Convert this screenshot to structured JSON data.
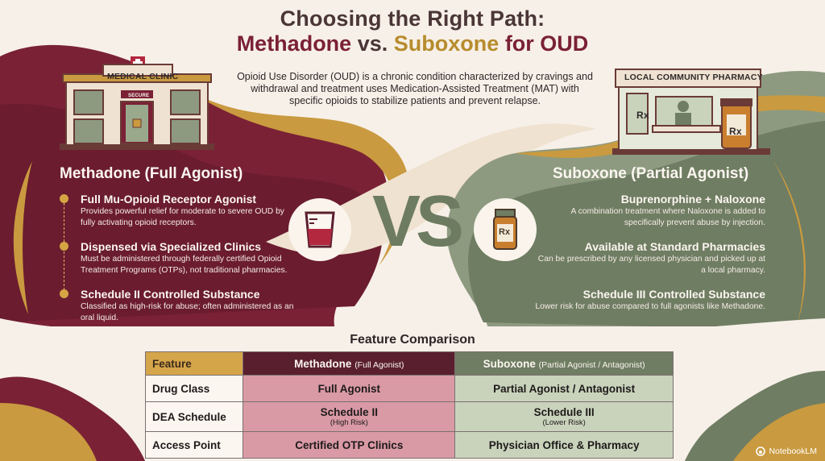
{
  "title": {
    "line1": "Choosing the Right Path:",
    "methadone": "Methadone",
    "vs": "vs.",
    "suboxone": "Suboxone",
    "for_oud": "for OUD"
  },
  "intro": "Opioid Use Disorder (OUD) is a chronic condition characterized by cravings and withdrawal and treatment uses Medication-Assisted Treatment (MAT) with specific opioids to stabilize patients and prevent relapse.",
  "left_building": {
    "sign": "MEDICAL CLINIC",
    "door_sign": "SECURE"
  },
  "right_building": {
    "sign": "LOCAL COMMUNITY PHARMACY",
    "rx": "Rx"
  },
  "center_vs": "VS",
  "methadone": {
    "title": "Methadone (Full Agonist)",
    "items": [
      {
        "heading": "Full Mu-Opioid Receptor Agonist",
        "text": "Provides powerful relief for moderate to severe OUD by fully activating opioid receptors."
      },
      {
        "heading": "Dispensed via Specialized Clinics",
        "text": "Must be administered through federally certified Opioid Treatment Programs (OTPs), not traditional pharmacies."
      },
      {
        "heading": "Schedule II Controlled Substance",
        "text": "Classified as high-risk for abuse; often administered as an oral liquid."
      }
    ]
  },
  "suboxone": {
    "title": "Suboxone (Partial Agonist)",
    "icon_label": "Rx",
    "items": [
      {
        "heading": "Buprenorphine + Naloxone",
        "text": "A combination treatment where Naloxone is added to specifically prevent abuse by injection."
      },
      {
        "heading": "Available at Standard Pharmacies",
        "text": "Can be prescribed by any licensed physician and picked up at a local pharmacy."
      },
      {
        "heading": "Schedule III Controlled Substance",
        "text": "Lower risk for abuse compared to full agonists like Methadone."
      }
    ]
  },
  "table": {
    "title": "Feature Comparison",
    "headers": {
      "feature": "Feature",
      "methadone": "Methadone",
      "methadone_sub": "(Full Agonist)",
      "suboxone": "Suboxone",
      "suboxone_sub": "(Partial Agonist / Antagonist)"
    },
    "rows": [
      {
        "feature": "Drug Class",
        "methadone": "Full Agonist",
        "methadone_note": "",
        "suboxone": "Partial Agonist / Antagonist",
        "suboxone_note": ""
      },
      {
        "feature": "DEA Schedule",
        "methadone": "Schedule II",
        "methadone_note": "(High Risk)",
        "suboxone": "Schedule III",
        "suboxone_note": "(Lower Risk)"
      },
      {
        "feature": "Access Point",
        "methadone": "Certified OTP Clinics",
        "methadone_note": "",
        "suboxone": "Physician Office & Pharmacy",
        "suboxone_note": ""
      }
    ]
  },
  "brand": "NotebookLM",
  "colors": {
    "maroon": "#7a2136",
    "sage": "#6f7d63",
    "gold": "#d5a54a",
    "cream": "#f7f0e8"
  }
}
